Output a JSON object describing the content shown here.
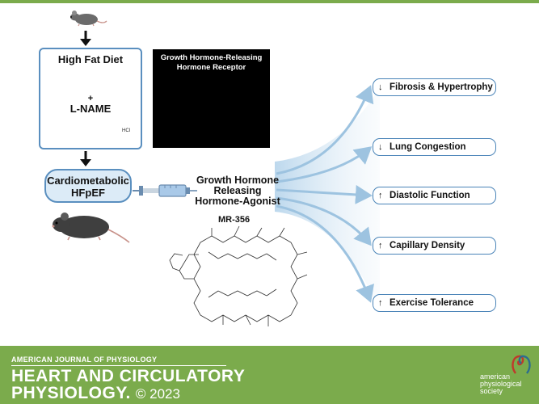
{
  "diet_box": {
    "title": "High Fat Diet",
    "plus": "+",
    "compound": "L-NAME",
    "hcl": "HCl"
  },
  "model": {
    "line1": "Cardiometabolic",
    "line2": "HFpEF"
  },
  "micrograph": {
    "line1": "Growth Hormone-Releasing",
    "line2": "Hormone Receptor"
  },
  "treatment": {
    "line1": "Growth Hormone",
    "line2": "Releasing",
    "line3": "Hormone-Agonist",
    "compound": "MR-356"
  },
  "outcomes": [
    {
      "direction": "↓",
      "label": "Fibrosis & Hypertrophy"
    },
    {
      "direction": "↓",
      "label": "Lung Congestion"
    },
    {
      "direction": "↑",
      "label": "Diastolic Function"
    },
    {
      "direction": "↑",
      "label": "Capillary Density"
    },
    {
      "direction": "↑",
      "label": "Exercise Tolerance"
    }
  ],
  "journal": {
    "publisher_line": "AMERICAN JOURNAL OF PHYSIOLOGY",
    "name_line1": "HEART AND CIRCULATORY",
    "name_line2": "PHYSIOLOGY.",
    "copyright": "© 2023"
  },
  "society": {
    "line1": "american",
    "line2": "physiological",
    "line3": "society"
  },
  "colors": {
    "brand_green": "#7bab4c",
    "box_border": "#5a8fbf",
    "model_fill": "#dcebf7",
    "micro_red": "#c01818",
    "arrow_blue": "#9dc3e0"
  }
}
